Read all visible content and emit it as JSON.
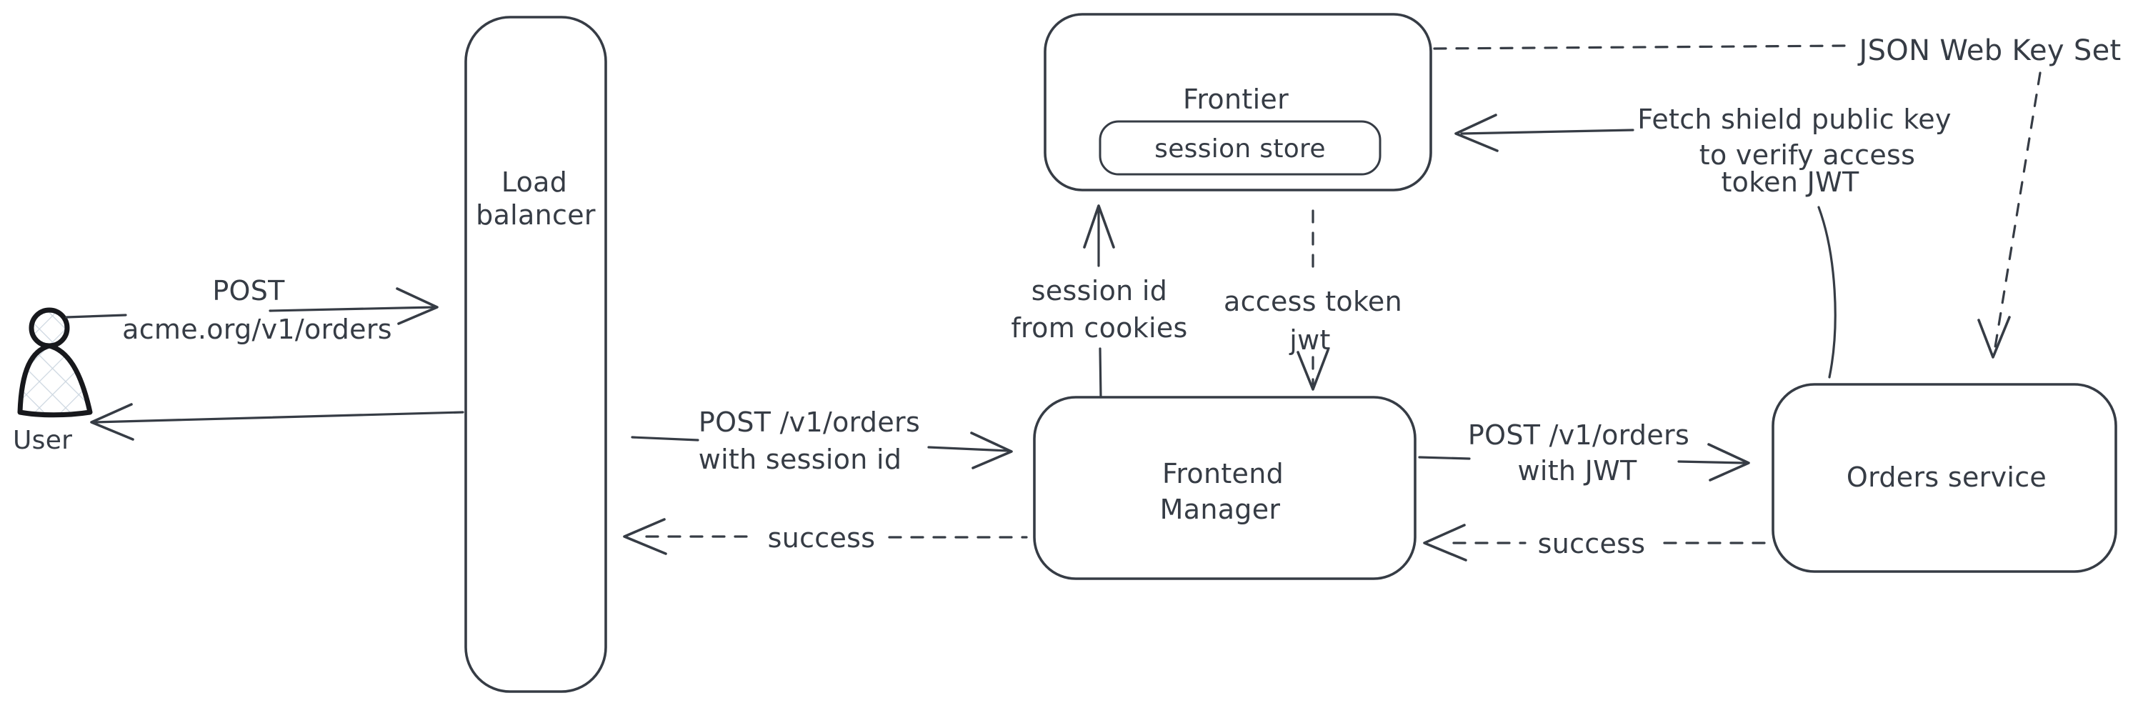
{
  "diagram": {
    "title": "JWT / session auth flow diagram",
    "colors": {
      "stroke": "#363c45",
      "user_stroke": "#17181c",
      "hatch_fill": "#ccd6e0",
      "background": "#ffffff"
    },
    "nodes": {
      "user": {
        "label": "User"
      },
      "load_balancer": {
        "label_line1": "Load",
        "label_line2": "balancer"
      },
      "frontier": {
        "label": "Frontier"
      },
      "session_store": {
        "label": "session store"
      },
      "frontend_manager": {
        "label_line1": "Frontend",
        "label_line2": "Manager"
      },
      "orders_service": {
        "label": "Orders service"
      }
    },
    "edges": {
      "user_to_lb": {
        "style": "solid",
        "label_line1": "POST",
        "label_line2": "acme.org/v1/orders"
      },
      "lb_to_user": {
        "style": "solid",
        "label": ""
      },
      "lb_to_fm": {
        "style": "solid",
        "label_line1": "POST /v1/orders",
        "label_line2": "with session id"
      },
      "fm_to_lb": {
        "style": "dashed",
        "label": "success"
      },
      "fm_to_frontier": {
        "style": "solid",
        "label_line1": "session id",
        "label_line2": "from cookies"
      },
      "frontier_to_fm": {
        "style": "dashed",
        "label_line1": "access token",
        "label_line2": "jwt"
      },
      "fm_to_orders": {
        "style": "solid",
        "label_line1": "POST /v1/orders",
        "label_line2": "with JWT"
      },
      "orders_to_fm": {
        "style": "dashed",
        "label": "success"
      },
      "orders_to_frontier": {
        "style": "solid",
        "label_line1": "Fetch shield public key",
        "label_line2": "to verify access",
        "label_line3": "token JWT"
      },
      "frontier_to_jwks": {
        "style": "dashed"
      },
      "jwks_to_orders": {
        "style": "dashed"
      }
    },
    "annotations": {
      "jwks": {
        "label": "JSON Web Key Set"
      }
    }
  }
}
